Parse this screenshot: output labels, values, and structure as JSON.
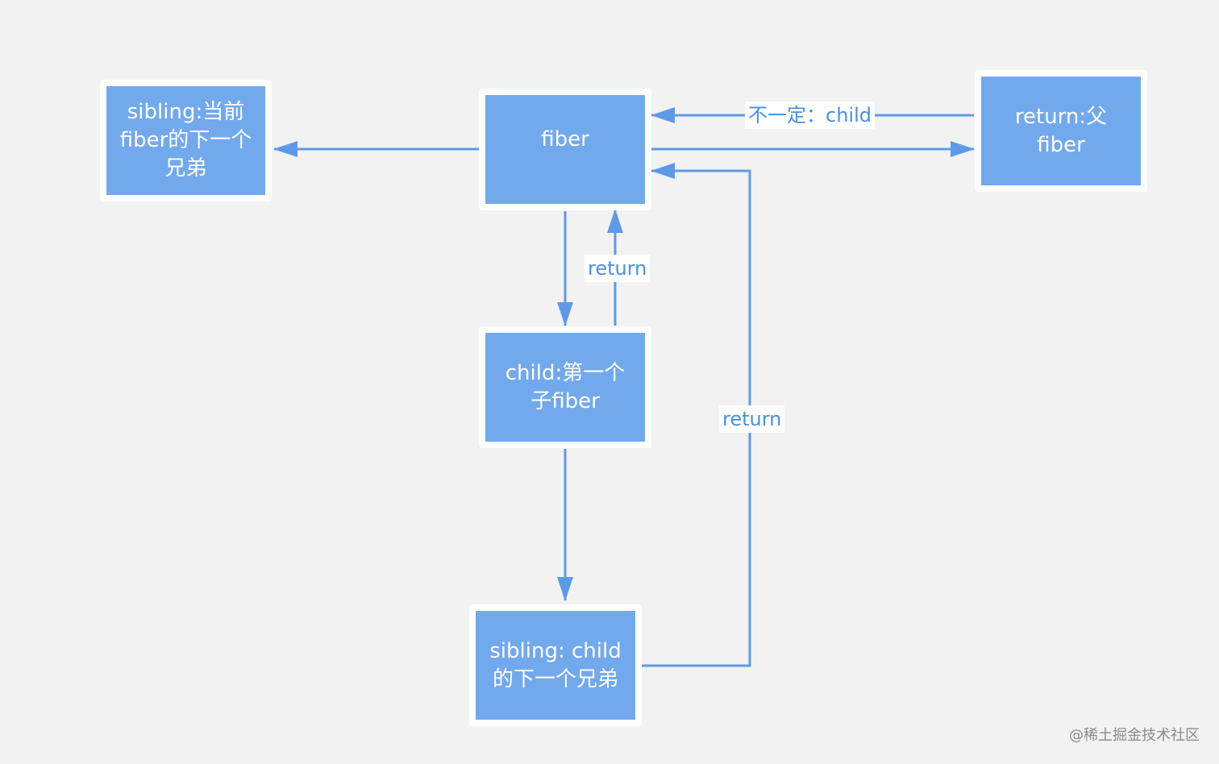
{
  "colors": {
    "node_fill": "#72a9ed",
    "node_border": "#ffffff",
    "edge": "#5c9ae8",
    "label_text": "#4a90e2",
    "background": "#f2f2f2"
  },
  "nodes": {
    "fiber": "fiber",
    "sibling": "sibling:当前fiber的下一个兄弟",
    "return_parent": "return:父fiber",
    "child": "child:第一个子fiber",
    "child_sibling": "sibling: child的下一个兄弟"
  },
  "edge_labels": {
    "not_always_child": "不一定：child",
    "child_return": "return",
    "sibling_return": "return"
  },
  "watermark": "@稀土掘金技术社区"
}
